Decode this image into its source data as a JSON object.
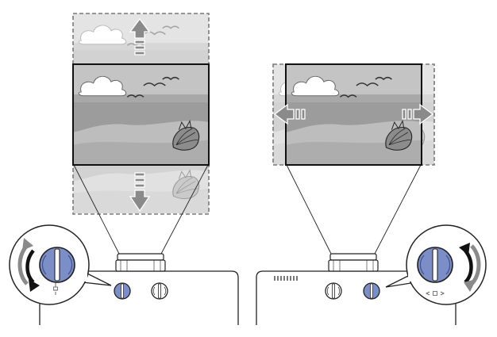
{
  "figure": {
    "panels": [
      {
        "name": "vertical-lens-shift",
        "shift_direction": "vertical",
        "arrows": [
          "up",
          "down"
        ],
        "active_dial": "vertical-shift-dial",
        "rotation_arrows": [
          "counterclockwise",
          "clockwise"
        ]
      },
      {
        "name": "horizontal-lens-shift",
        "shift_direction": "horizontal",
        "arrows": [
          "left",
          "right"
        ],
        "active_dial": "horizontal-shift-dial",
        "rotation_arrows": [
          "clockwise",
          "counterclockwise"
        ]
      }
    ],
    "icons": [
      "landscape-image-icon",
      "seashell-icon",
      "bird-icon",
      "cloud-icon",
      "lens-icon",
      "shift-dial-icon",
      "rotation-arrow-icon",
      "shift-arrow-icon"
    ],
    "colors": {
      "dial_blue": "#7b8ec8",
      "dial_blue_dark": "#3e4f8e",
      "ghost_frame": "#d9d9d9",
      "sky": "#c8c8c8",
      "sea": "#9a9a9a",
      "sand": "#bcbcbc",
      "arrow_gray": "#8a8a8a",
      "line": "#222222"
    }
  }
}
